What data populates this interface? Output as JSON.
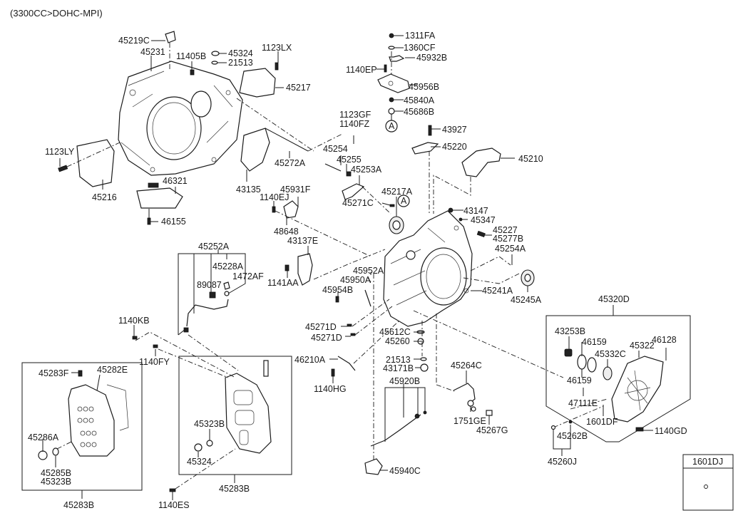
{
  "header": {
    "engine_spec": "(3300CC>DOHC-MPI)"
  },
  "labels": {
    "p45219C": "45219C",
    "p45231": "45231",
    "p11405B": "11405B",
    "p45324_top": "45324",
    "p21513_top": "21513",
    "p1123LX": "1123LX",
    "p45217": "45217",
    "p1123LY": "1123LY",
    "p45216": "45216",
    "p46321": "46321",
    "p46155": "46155",
    "p43135": "43135",
    "p45272A": "45272A",
    "p1123GF": "1123GF",
    "p1140FZ": "1140FZ",
    "p1311FA": "1311FA",
    "p1360CF": "1360CF",
    "p45932B": "45932B",
    "p1140EP": "1140EP",
    "p45956B": "45956B",
    "p45840A": "45840A",
    "p45686B": "45686B",
    "ref_A_top": "A",
    "p43927": "43927",
    "p45220": "45220",
    "p45210": "45210",
    "p45254": "45254",
    "p45255": "45255",
    "p45253A": "45253A",
    "p45217A": "45217A",
    "ref_A_mid": "A",
    "p45271C": "45271C",
    "p1140EJ": "1140EJ",
    "p45931F": "45931F",
    "p48648": "48648",
    "p43137E": "43137E",
    "p43147": "43147",
    "p45347": "45347",
    "p45227": "45227",
    "p45277B": "45277B",
    "p45254A": "45254A",
    "p45252A": "45252A",
    "p45228A": "45228A",
    "p1472AF": "1472AF",
    "p89087": "89087",
    "p1141AA": "1141AA",
    "p45952A": "45952A",
    "p45950A": "45950A",
    "p45954B": "45954B",
    "p45241A": "45241A",
    "p45245A": "45245A",
    "p45271D_1": "45271D",
    "p45271D_2": "45271D",
    "p45612C": "45612C",
    "p45260": "45260",
    "p46210A": "46210A",
    "p1140HG": "1140HG",
    "p21513_mid": "21513",
    "p43171B": "43171B",
    "p45920B": "45920B",
    "p45264C": "45264C",
    "p1751GE": "1751GE",
    "p45267G": "45267G",
    "p45940C": "45940C",
    "p1140KB": "1140KB",
    "p1140FY": "1140FY",
    "p45283F": "45283F",
    "p45282E": "45282E",
    "p45286A": "45286A",
    "p45285B": "45285B",
    "p45323B_left": "45323B",
    "p45283B_left": "45283B",
    "p45323B_mid": "45323B",
    "p45324_mid": "45324",
    "p45283B_mid": "45283B",
    "p1140ES": "1140ES",
    "p45320D": "45320D",
    "p43253B": "43253B",
    "p46159_a": "46159",
    "p46159_b": "46159",
    "p45332C": "45332C",
    "p45322": "45322",
    "p46128": "46128",
    "p47111E": "47111E",
    "p1601DF": "1601DF",
    "p1140GD": "1140GD",
    "p45262B": "45262B",
    "p45260J": "45260J"
  },
  "legend_box": {
    "part_number": "1601DJ"
  }
}
